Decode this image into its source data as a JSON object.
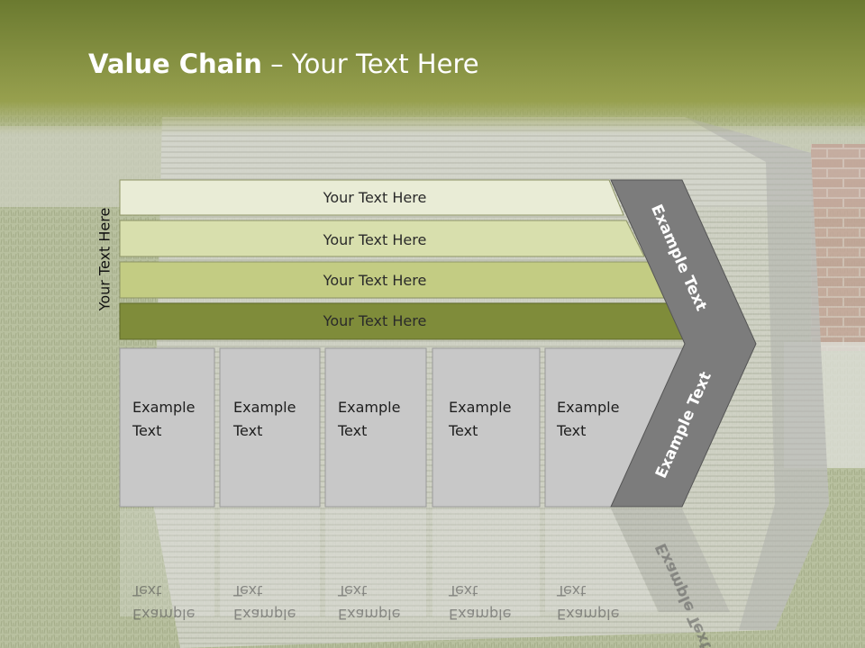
{
  "title": {
    "bold": "Value Chain",
    "rest": " – Your Text Here"
  },
  "side_label": "Your Text Here",
  "bars": [
    {
      "label": "Your Text Here",
      "color": "#e9ecd6"
    },
    {
      "label": "Your Text Here",
      "color": "#d8dfad"
    },
    {
      "label": "Your Text Here",
      "color": "#c3cc83"
    },
    {
      "label": "Your Text Here",
      "color": "#7f8c3a"
    }
  ],
  "boxes": [
    {
      "line1": "Example",
      "line2": "Text"
    },
    {
      "line1": "Example",
      "line2": "Text"
    },
    {
      "line1": "Example",
      "line2": "Text"
    },
    {
      "line1": "Example",
      "line2": "Text"
    },
    {
      "line1": "Example",
      "line2": "Text"
    }
  ],
  "chevron": {
    "upper": "Example Text",
    "lower": "Example Text",
    "color": "#7c7c7c"
  },
  "colors": {
    "header_top": "#6b7a30",
    "header_bottom": "#97a04e",
    "box_fill": "#c8c8c8"
  }
}
